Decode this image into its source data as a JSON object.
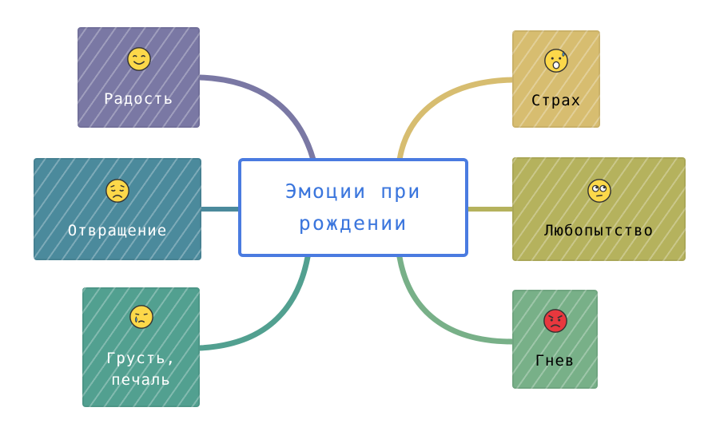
{
  "center": {
    "title": "Эмоции при\nрождении",
    "color": "#3b76dd"
  },
  "branches": {
    "joy": {
      "label": "Радость",
      "icon": "smiling-face-icon",
      "color": "#7a78a4"
    },
    "disgust": {
      "label": "Отвращение",
      "icon": "disappointed-face-icon",
      "color": "#4b8a9c"
    },
    "sadness": {
      "label": "Грусть,\nпечаль",
      "icon": "crying-face-icon",
      "color": "#52a090"
    },
    "fear": {
      "label": "Страх",
      "icon": "fearful-sweat-face-icon",
      "color": "#d7bd70"
    },
    "curiosity": {
      "label": "Любопытство",
      "icon": "eye-roll-face-icon",
      "color": "#b5b25d"
    },
    "anger": {
      "label": "Гнев",
      "icon": "angry-face-icon",
      "color": "#78b088"
    }
  }
}
